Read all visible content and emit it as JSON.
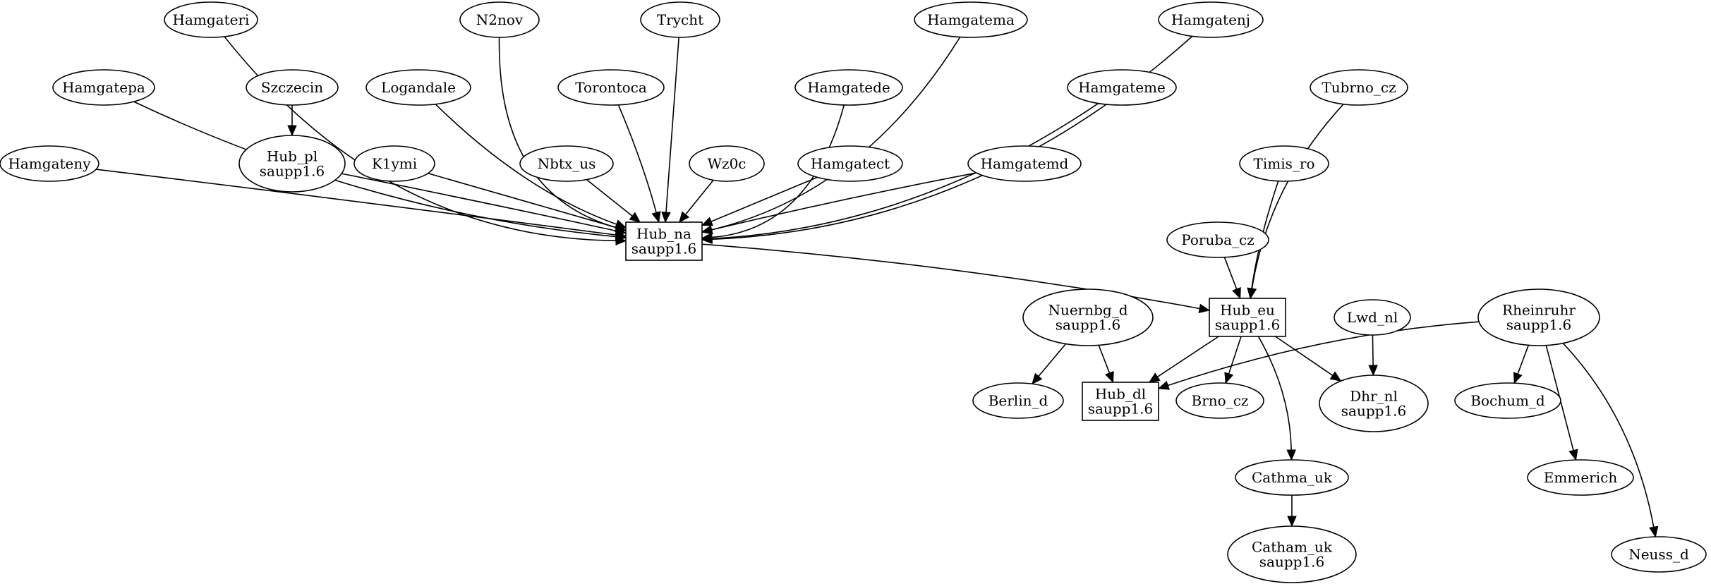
{
  "graph": {
    "nodes": [
      {
        "id": "hamgateri",
        "lines": [
          "Hamgateri"
        ],
        "shape": "ellipse"
      },
      {
        "id": "n2nov",
        "lines": [
          "N2nov"
        ],
        "shape": "ellipse"
      },
      {
        "id": "trycht",
        "lines": [
          "Trycht"
        ],
        "shape": "ellipse"
      },
      {
        "id": "hamgatema",
        "lines": [
          "Hamgatema"
        ],
        "shape": "ellipse"
      },
      {
        "id": "hamgatenj",
        "lines": [
          "Hamgatenj"
        ],
        "shape": "ellipse"
      },
      {
        "id": "hamgatepa",
        "lines": [
          "Hamgatepa"
        ],
        "shape": "ellipse"
      },
      {
        "id": "szczecin",
        "lines": [
          "Szczecin"
        ],
        "shape": "ellipse"
      },
      {
        "id": "logandale",
        "lines": [
          "Logandale"
        ],
        "shape": "ellipse"
      },
      {
        "id": "torontoca",
        "lines": [
          "Torontoca"
        ],
        "shape": "ellipse"
      },
      {
        "id": "hamgatede",
        "lines": [
          "Hamgatede"
        ],
        "shape": "ellipse"
      },
      {
        "id": "hamgateme",
        "lines": [
          "Hamgateme"
        ],
        "shape": "ellipse"
      },
      {
        "id": "tubrno_cz",
        "lines": [
          "Tubrno_cz"
        ],
        "shape": "ellipse"
      },
      {
        "id": "hamgateny",
        "lines": [
          "Hamgateny"
        ],
        "shape": "ellipse"
      },
      {
        "id": "hub_pl",
        "lines": [
          "Hub_pl",
          "saupp1.6"
        ],
        "shape": "ellipse"
      },
      {
        "id": "k1ymi",
        "lines": [
          "K1ymi"
        ],
        "shape": "ellipse"
      },
      {
        "id": "nbtx_us",
        "lines": [
          "Nbtx_us"
        ],
        "shape": "ellipse"
      },
      {
        "id": "wz0c",
        "lines": [
          "Wz0c"
        ],
        "shape": "ellipse"
      },
      {
        "id": "hamgatect",
        "lines": [
          "Hamgatect"
        ],
        "shape": "ellipse"
      },
      {
        "id": "hamgatemd",
        "lines": [
          "Hamgatemd"
        ],
        "shape": "ellipse"
      },
      {
        "id": "timis_ro",
        "lines": [
          "Timis_ro"
        ],
        "shape": "ellipse"
      },
      {
        "id": "hub_na",
        "lines": [
          "Hub_na",
          "saupp1.6"
        ],
        "shape": "box"
      },
      {
        "id": "poruba_cz",
        "lines": [
          "Poruba_cz"
        ],
        "shape": "ellipse"
      },
      {
        "id": "nuernbg_d",
        "lines": [
          "Nuernbg_d",
          "saupp1.6"
        ],
        "shape": "ellipse"
      },
      {
        "id": "hub_eu",
        "lines": [
          "Hub_eu",
          "saupp1.6"
        ],
        "shape": "box"
      },
      {
        "id": "lwd_nl",
        "lines": [
          "Lwd_nl"
        ],
        "shape": "ellipse"
      },
      {
        "id": "rheinruhr",
        "lines": [
          "Rheinruhr",
          "saupp1.6"
        ],
        "shape": "ellipse"
      },
      {
        "id": "berlin_d",
        "lines": [
          "Berlin_d"
        ],
        "shape": "ellipse"
      },
      {
        "id": "hub_dl",
        "lines": [
          "Hub_dl",
          "saupp1.6"
        ],
        "shape": "box"
      },
      {
        "id": "brno_cz",
        "lines": [
          "Brno_cz"
        ],
        "shape": "ellipse"
      },
      {
        "id": "dhr_nl",
        "lines": [
          "Dhr_nl",
          "saupp1.6"
        ],
        "shape": "ellipse"
      },
      {
        "id": "bochum_d",
        "lines": [
          "Bochum_d"
        ],
        "shape": "ellipse"
      },
      {
        "id": "cathma_uk",
        "lines": [
          "Cathma_uk"
        ],
        "shape": "ellipse"
      },
      {
        "id": "emmerich",
        "lines": [
          "Emmerich"
        ],
        "shape": "ellipse"
      },
      {
        "id": "catham_uk",
        "lines": [
          "Catham_uk",
          "saupp1.6"
        ],
        "shape": "ellipse"
      },
      {
        "id": "neuss_d",
        "lines": [
          "Neuss_d"
        ],
        "shape": "ellipse"
      }
    ],
    "edges": [
      {
        "from": "hamgateny",
        "to": "hub_na"
      },
      {
        "from": "hamgatepa",
        "to": "hub_na"
      },
      {
        "from": "hamgateri",
        "to": "hub_na"
      },
      {
        "from": "szczecin",
        "to": "hub_pl"
      },
      {
        "from": "hub_pl",
        "to": "hub_na"
      },
      {
        "from": "k1ymi",
        "to": "hub_na"
      },
      {
        "from": "logandale",
        "to": "hub_na"
      },
      {
        "from": "n2nov",
        "to": "hub_na"
      },
      {
        "from": "nbtx_us",
        "to": "hub_na"
      },
      {
        "from": "torontoca",
        "to": "hub_na"
      },
      {
        "from": "trycht",
        "to": "hub_na"
      },
      {
        "from": "wz0c",
        "to": "hub_na"
      },
      {
        "from": "hamgatect",
        "to": "hub_na"
      },
      {
        "from": "hamgatede",
        "to": "hub_na"
      },
      {
        "from": "hamgatema",
        "to": "hub_na"
      },
      {
        "from": "hamgatemd",
        "to": "hub_na"
      },
      {
        "from": "hamgateme",
        "to": "hub_na"
      },
      {
        "from": "hamgatenj",
        "to": "hub_na"
      },
      {
        "from": "hub_na",
        "to": "hub_eu"
      },
      {
        "from": "poruba_cz",
        "to": "hub_eu"
      },
      {
        "from": "timis_ro",
        "to": "hub_eu"
      },
      {
        "from": "tubrno_cz",
        "to": "hub_eu"
      },
      {
        "from": "nuernbg_d",
        "to": "berlin_d"
      },
      {
        "from": "nuernbg_d",
        "to": "hub_dl"
      },
      {
        "from": "hub_eu",
        "to": "hub_dl"
      },
      {
        "from": "hub_eu",
        "to": "brno_cz"
      },
      {
        "from": "hub_eu",
        "to": "dhr_nl"
      },
      {
        "from": "hub_eu",
        "to": "cathma_uk"
      },
      {
        "from": "lwd_nl",
        "to": "dhr_nl"
      },
      {
        "from": "rheinruhr",
        "to": "hub_dl"
      },
      {
        "from": "rheinruhr",
        "to": "bochum_d"
      },
      {
        "from": "rheinruhr",
        "to": "emmerich"
      },
      {
        "from": "rheinruhr",
        "to": "neuss_d"
      },
      {
        "from": "cathma_uk",
        "to": "catham_uk"
      }
    ]
  }
}
